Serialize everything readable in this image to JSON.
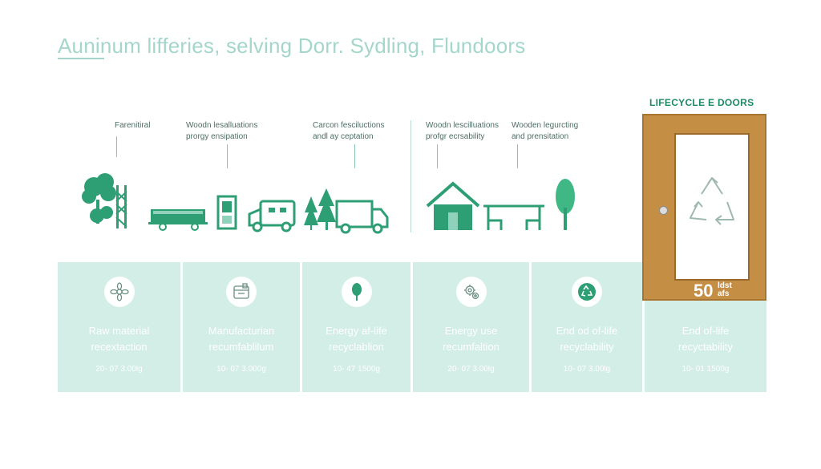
{
  "title": "Auninum lifferies, selving Dorr. Sydling, Flundoors",
  "door_heading": "LIFECYCLE E DOORS",
  "stage_labels": [
    {
      "line1": "Farenitiral",
      "line2": ""
    },
    {
      "line1": "Woodn lesalluations",
      "line2": "prorgy ensipation"
    },
    {
      "line1": "Carcon fesciluctions",
      "line2": "andl ay ceptation"
    },
    {
      "line1": "Woodn lescilluations",
      "line2": "profgr ecrsability"
    },
    {
      "line1": "Wooden legurcting",
      "line2": "and prensitation"
    }
  ],
  "panels": [
    {
      "line1": "Raw material",
      "line2": "recextaction",
      "value": "20- 07 3.00lg",
      "icon": "flower-icon"
    },
    {
      "line1": "Manufacturian",
      "line2": "recumfablilum",
      "value": "10- 07 3.000g",
      "icon": "window-icon"
    },
    {
      "line1": "Energy af-life",
      "line2": "recyclablion",
      "value": "10- 47 1500g",
      "icon": "leaf-icon"
    },
    {
      "line1": "Energy use",
      "line2": "recumfaltion",
      "value": "20- 07 3.00lg",
      "icon": "gears-icon"
    },
    {
      "line1": "End od of-life",
      "line2": "recyclability",
      "value": "10- 07 3.00lg",
      "icon": "recycle-icon"
    },
    {
      "line1": "End of-life",
      "line2": "recyctability",
      "value": "10- 01 1500g",
      "icon": "none"
    }
  ],
  "door_badge": {
    "number": "50",
    "text_line1": "ldst",
    "text_line2": "afs"
  },
  "colors": {
    "accent": "#2e9e75",
    "panel": "#d3ede7",
    "title": "#a5d6cb",
    "wood": "#c48f45"
  }
}
